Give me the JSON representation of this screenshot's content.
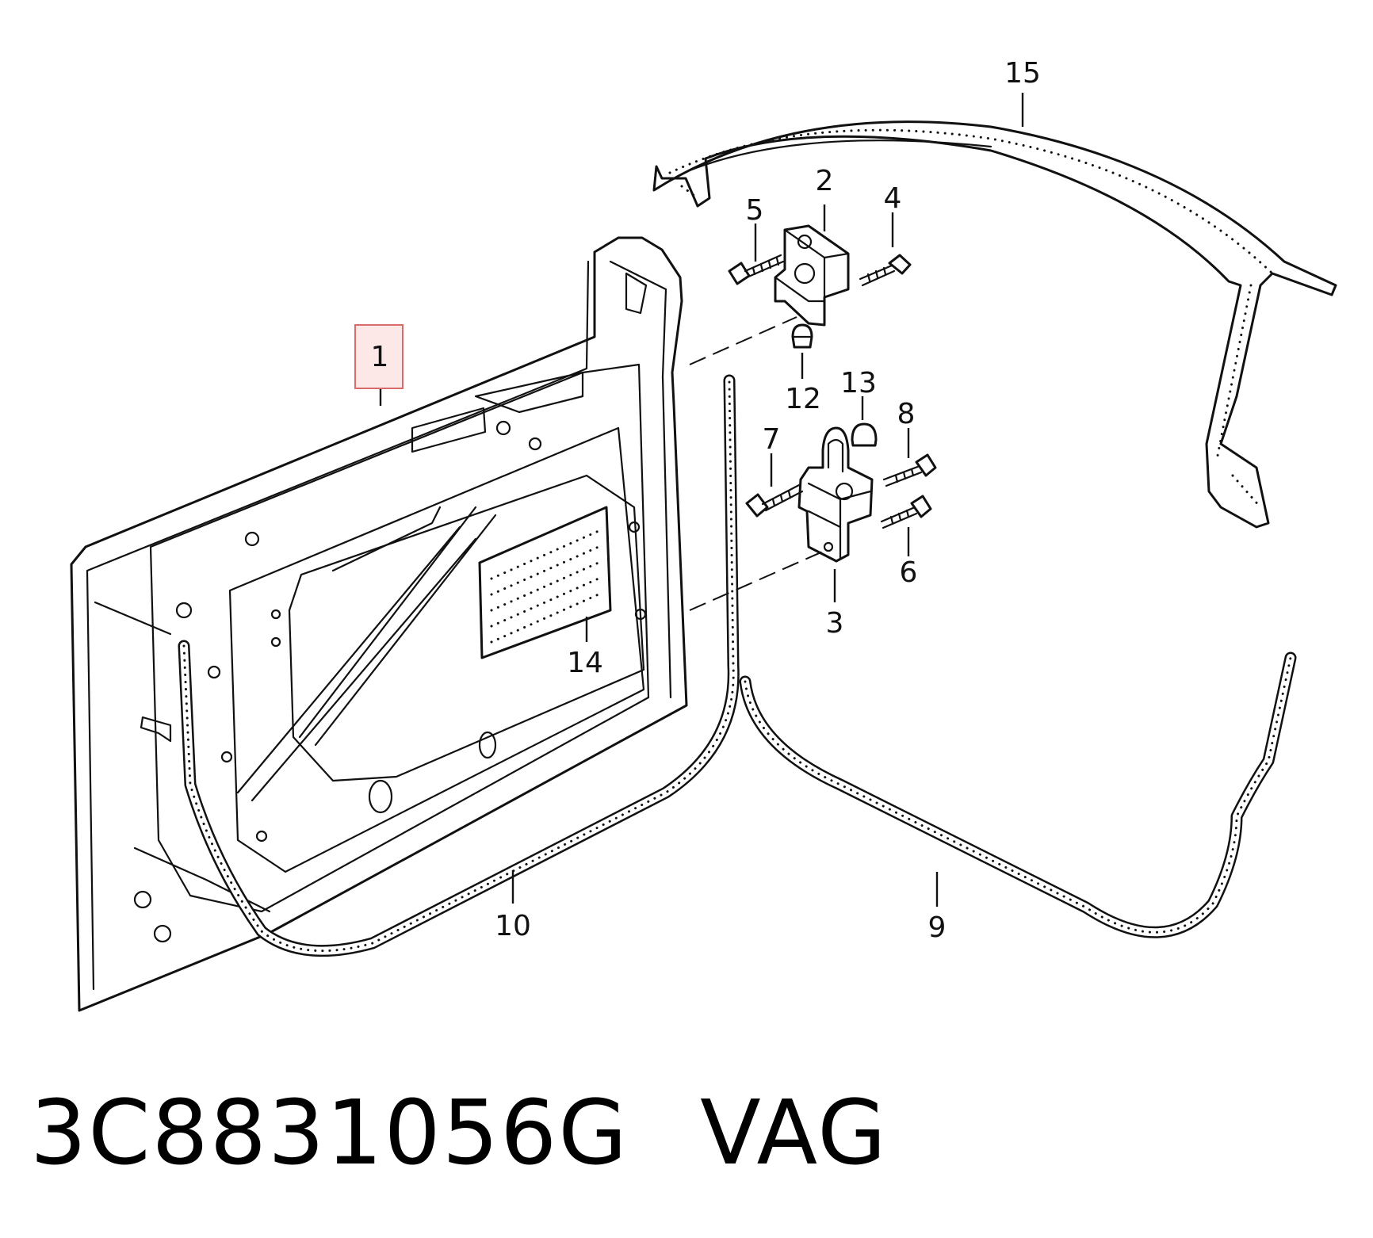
{
  "callouts": [
    "1",
    "2",
    "3",
    "4",
    "5",
    "6",
    "7",
    "8",
    "9",
    "10",
    "12",
    "13",
    "14",
    "15"
  ],
  "highlighted_callout": "1",
  "footer": {
    "part_number": "3C8831056G",
    "brand": "VAG"
  },
  "colors": {
    "highlight_fill": "#fde8e8",
    "highlight_stroke": "#d96b6b",
    "line": "#111111"
  }
}
